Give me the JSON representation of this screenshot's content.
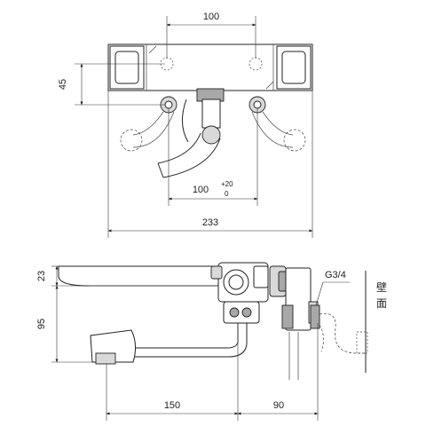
{
  "top_view": {
    "dim_top": "100",
    "dim_left": "45",
    "dim_mid": "100",
    "dim_mid_tol_upper": "+20",
    "dim_mid_tol_lower": "0",
    "dim_bottom": "233"
  },
  "side_view": {
    "dim_left_top": "23",
    "dim_left_main": "95",
    "dim_bottom_left": "150",
    "dim_bottom_right": "90",
    "thread_label": "G3/4",
    "wall_label": "壁面"
  }
}
